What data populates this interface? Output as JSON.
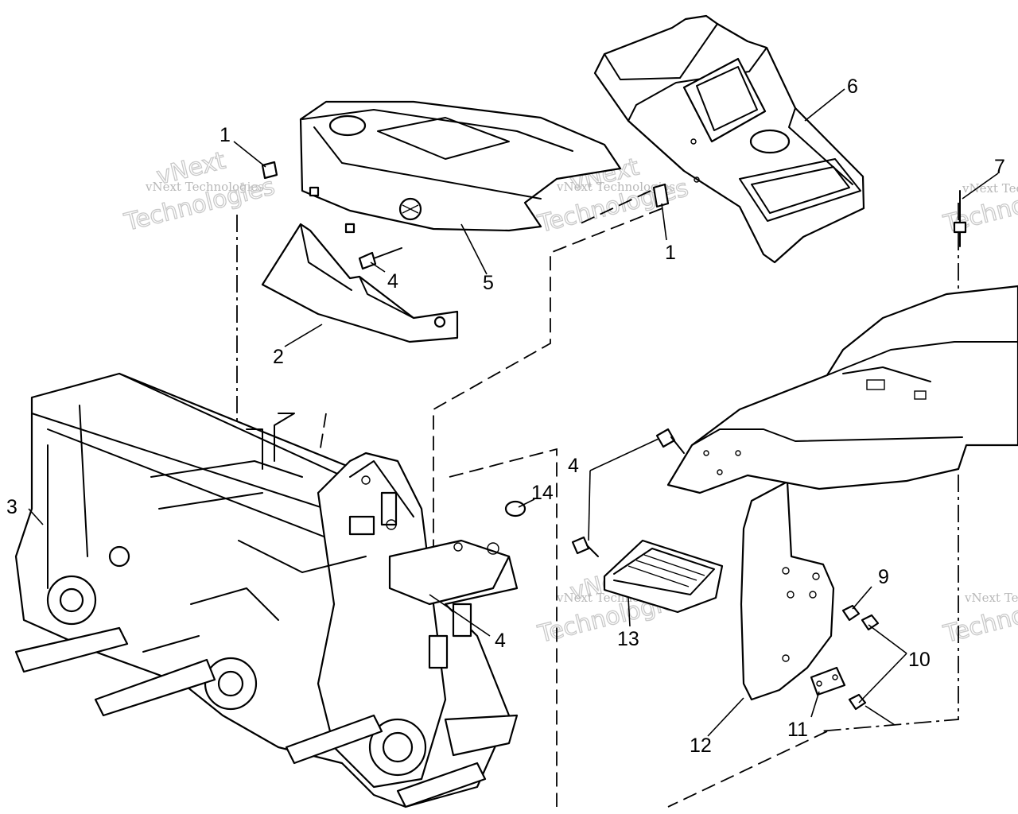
{
  "callouts": [
    {
      "id": "1a",
      "label": "1"
    },
    {
      "id": "1b",
      "label": "1"
    },
    {
      "id": "2",
      "label": "2"
    },
    {
      "id": "3",
      "label": "3"
    },
    {
      "id": "4a",
      "label": "4"
    },
    {
      "id": "4b",
      "label": "4"
    },
    {
      "id": "4c",
      "label": "4"
    },
    {
      "id": "5",
      "label": "5"
    },
    {
      "id": "6",
      "label": "6"
    },
    {
      "id": "7",
      "label": "7"
    },
    {
      "id": "9",
      "label": "9"
    },
    {
      "id": "10",
      "label": "10"
    },
    {
      "id": "11",
      "label": "11"
    },
    {
      "id": "12",
      "label": "12"
    },
    {
      "id": "13",
      "label": "13"
    },
    {
      "id": "14",
      "label": "14"
    }
  ],
  "watermark": {
    "line1": "vNext Technologies",
    "line2": "vNext",
    "line3": "Technologies"
  }
}
